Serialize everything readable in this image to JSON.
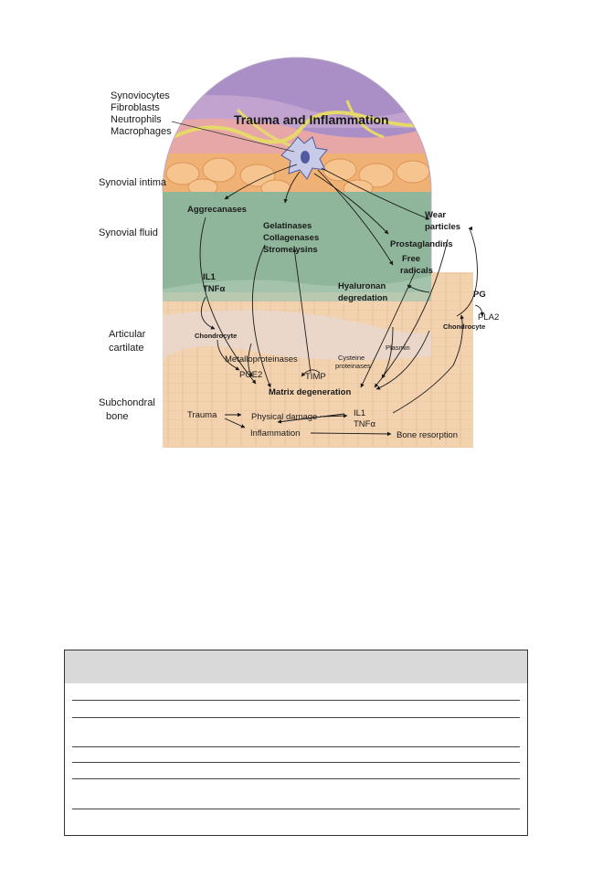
{
  "figure": {
    "title": "Trauma and Inflammation",
    "side_labels": {
      "cells": [
        "Synoviocytes",
        "Fibroblasts",
        "Neutrophils",
        "Macrophages"
      ],
      "synovial_intima": "Synovial intima",
      "synovial_fluid": "Synovial fluid",
      "articular_cartilage": [
        "Articular",
        "cartilate"
      ],
      "subchondral_bone": [
        "Subchondral",
        "bone"
      ]
    },
    "inner_labels": {
      "aggrecanases": "Aggrecanases",
      "enzymes": [
        "Gelatinases",
        "Collagenases",
        "Stromelysins"
      ],
      "prostaglandins": "Prostaglandins",
      "wear_particles": [
        "Wear",
        "particles"
      ],
      "free_radicals": [
        "Free",
        "radicals"
      ],
      "hyaluronan": [
        "Hyaluronan",
        "degredation"
      ],
      "il1_tnf_top": [
        "IL1",
        "TNFα"
      ],
      "chondrocyte_left": "Chondrocyte",
      "chondrocyte_right": "Chondrocyte",
      "pg": "PG",
      "pla2": "PLA2",
      "metalloproteinases": "Metalloproteinases",
      "pge2": "PGE2",
      "timp": "TIMP",
      "cysteine": [
        "Cysteine",
        "proteinases"
      ],
      "plasmin": "Plasmin",
      "matrix_degeneration": "Matrix degeneration",
      "trauma": "Trauma",
      "physical_damage": "Physical damage",
      "inflammation": "Inflammation",
      "il1_tnf_bottom": [
        "IL1",
        "TNFα"
      ],
      "bone_resorption": "Bone resorption"
    },
    "colors": {
      "synovium_purple": "#a98fc6",
      "synovium_pink": "#e7a7a7",
      "intima_orange": "#f0b274",
      "fluid_green": "#8fb59a",
      "cartilage_tan": "#f3d2b0",
      "vessel_yellow": "#e6d96a"
    }
  },
  "table": {
    "header": "",
    "rows": 7
  }
}
